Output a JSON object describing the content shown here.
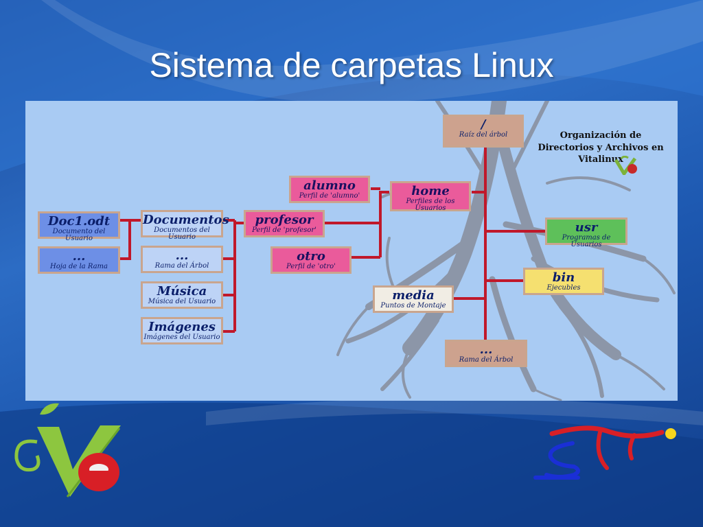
{
  "slide": {
    "title": "Sistema de carpetas Linux"
  },
  "diagram": {
    "heading_lines": [
      "Organización de",
      "Directorios y Archivos en",
      "Vitalinux"
    ],
    "nodes": {
      "root": {
        "name": "/",
        "sub": "Raíz del árbol"
      },
      "home": {
        "name": "home",
        "sub": "Perfiles de los Usuarios"
      },
      "alumno": {
        "name": "alumno",
        "sub": "Perfil de 'alumno'"
      },
      "profesor": {
        "name": "profesor",
        "sub": "Perfil de 'profesor'"
      },
      "otro": {
        "name": "otro",
        "sub": "Perfil de 'otro'"
      },
      "documentos": {
        "name": "Documentos",
        "sub": "Documentos del Usuario"
      },
      "rama1": {
        "name": "...",
        "sub": "Rama del Árbol"
      },
      "musica": {
        "name": "Música",
        "sub": "Música del Usuario"
      },
      "imagenes": {
        "name": "Imágenes",
        "sub": "Imágenes del Usuario"
      },
      "doc1": {
        "name": "Doc1.odt",
        "sub": "Documento del Usuario"
      },
      "hoja": {
        "name": "...",
        "sub": "Hoja de la Rama"
      },
      "usr": {
        "name": "usr",
        "sub": "Programas de Usuarios"
      },
      "bin": {
        "name": "bin",
        "sub": "Ejecubles"
      },
      "media": {
        "name": "media",
        "sub": "Puntos de Montaje"
      },
      "rama2": {
        "name": "...",
        "sub": "Rama del Árbol"
      }
    }
  },
  "colors": {
    "connector": "#c0182a",
    "panel": "#a9cbf3",
    "tree": "#8c96a8"
  }
}
